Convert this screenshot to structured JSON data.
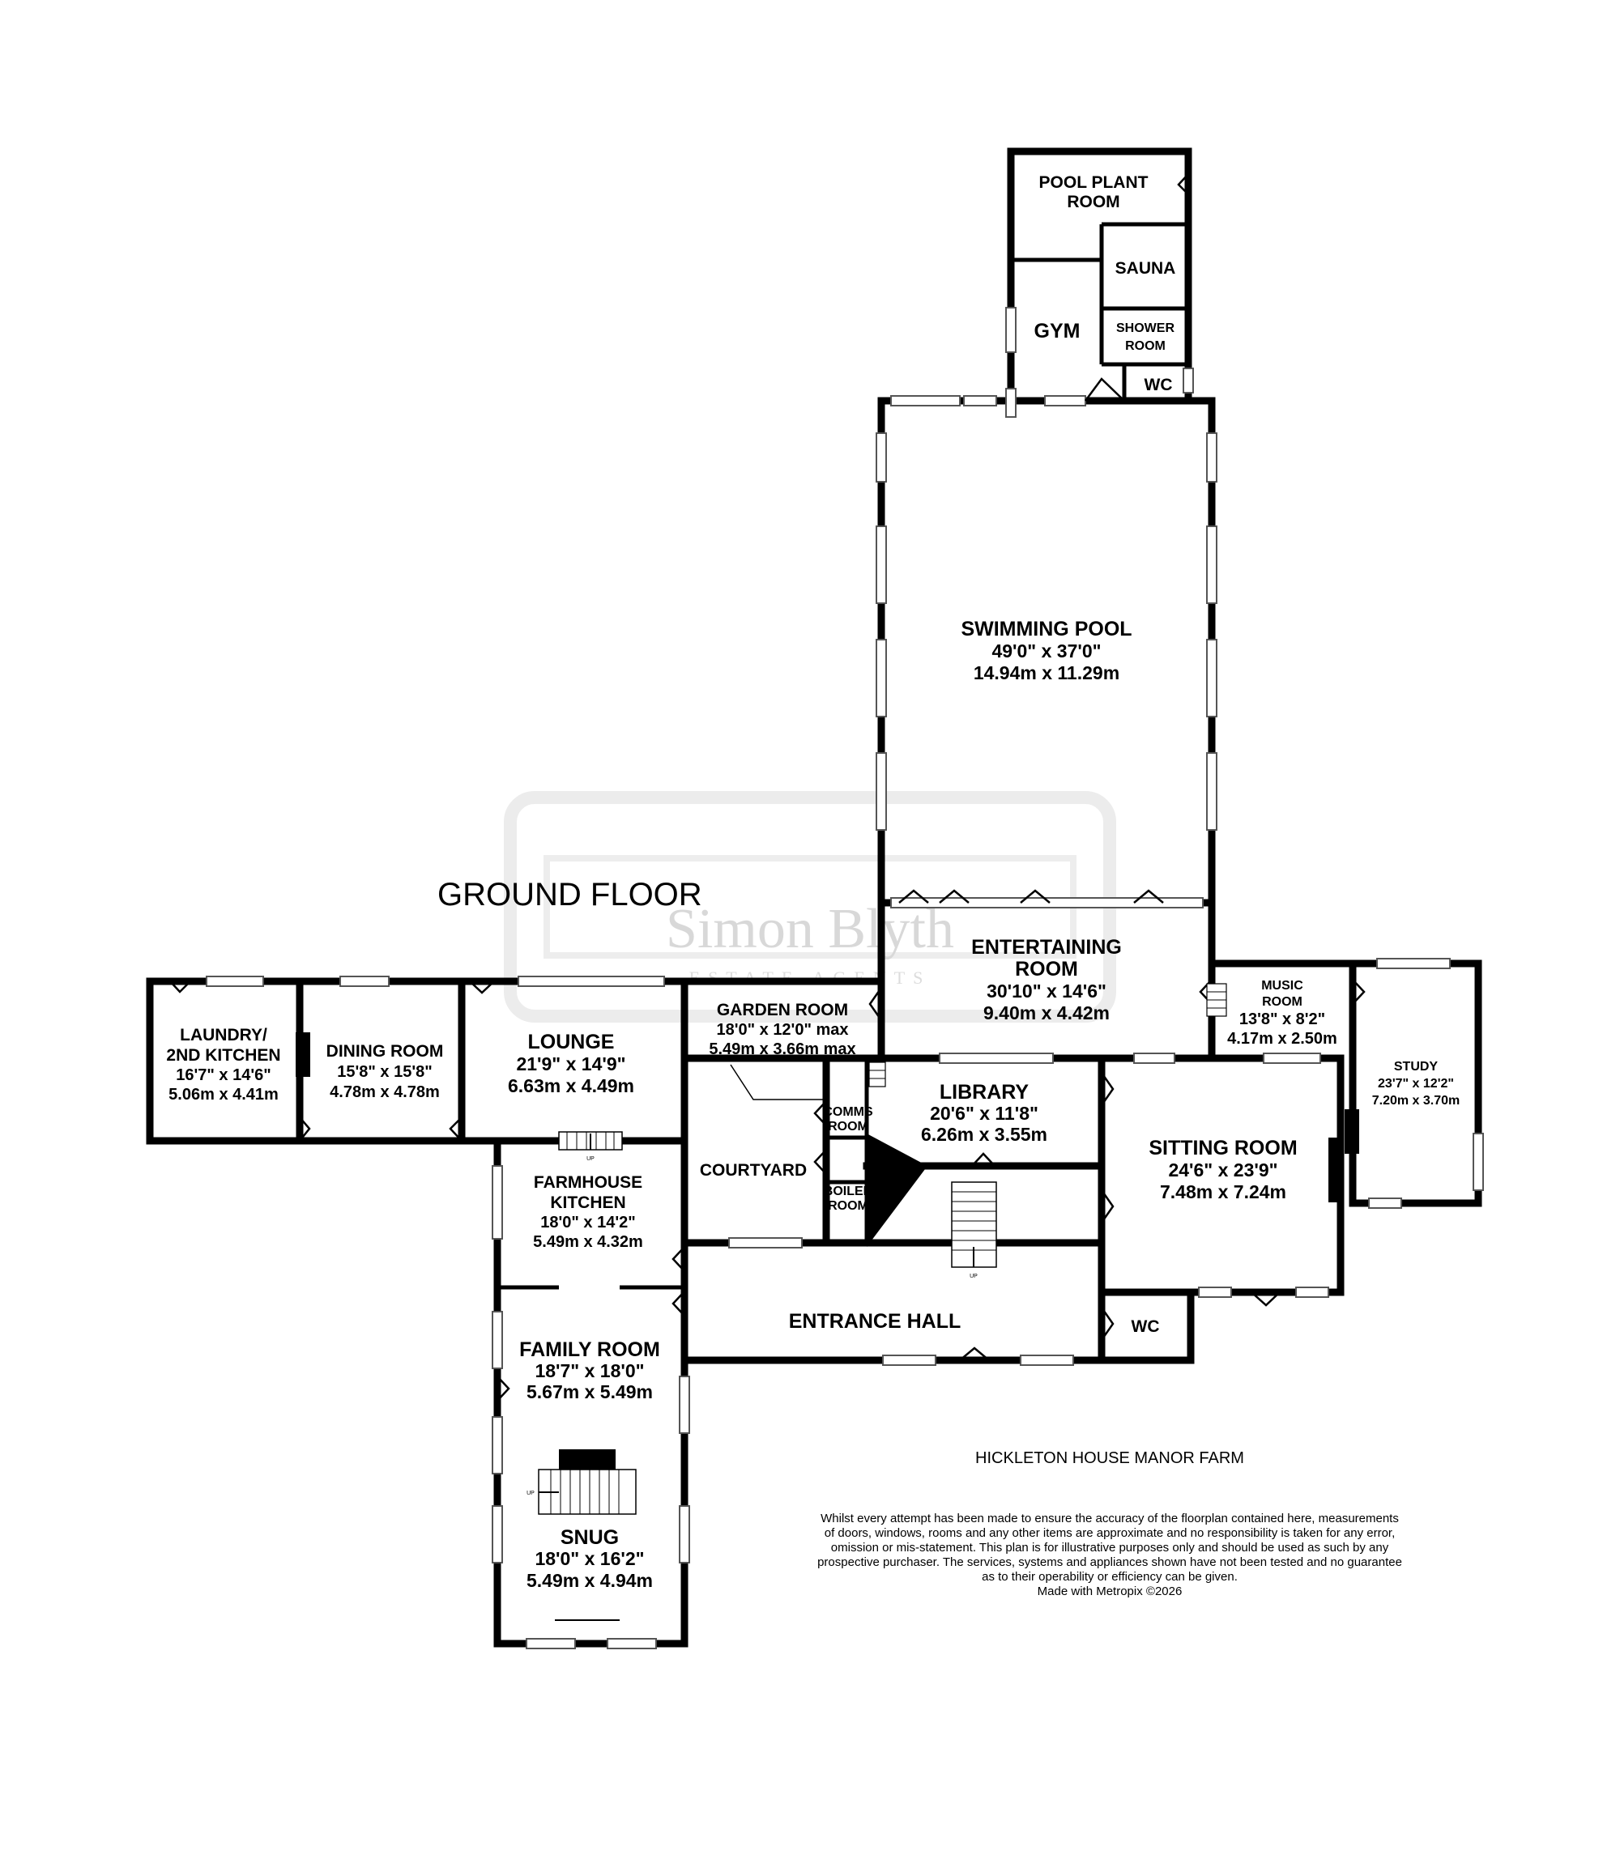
{
  "floor_title": "GROUND FLOOR",
  "property_title": "HICKLETON HOUSE MANOR FARM",
  "watermark": {
    "name": "Simon Blyth",
    "sub": "ESTATE AGENTS"
  },
  "disclaimer": [
    "Whilst every attempt has been made to ensure the accuracy of the floorplan contained here, measurements",
    "of doors, windows, rooms and any other items are approximate and no responsibility is taken for any error,",
    "omission or mis-statement. This plan is for illustrative purposes only and should be used as such by any",
    "prospective purchaser. The services, systems and appliances shown have not been tested and no guarantee",
    "as to their operability or efficiency can be given.",
    "Made with Metropix ©2026"
  ],
  "up_label": "UP",
  "rooms": {
    "pool_plant": {
      "line1": "POOL PLANT",
      "line2": "ROOM"
    },
    "sauna": {
      "name": "SAUNA"
    },
    "gym": {
      "name": "GYM"
    },
    "shower": {
      "line1": "SHOWER",
      "line2": "ROOM"
    },
    "wc_pool": {
      "name": "WC"
    },
    "swimming_pool": {
      "name": "SWIMMING POOL",
      "imperial": "49'0\"  x 37'0\"",
      "metric": "14.94m  x 11.29m"
    },
    "entertaining": {
      "line1": "ENTERTAINING",
      "line2": "ROOM",
      "imperial": "30'10\"  x 14'6\"",
      "metric": "9.40m  x 4.42m"
    },
    "music": {
      "line1": "MUSIC",
      "line2": "ROOM",
      "imperial": "13'8\"  x 8'2\"",
      "metric": "4.17m  x 2.50m"
    },
    "study": {
      "name": "STUDY",
      "imperial": "23'7\"  x 12'2\"",
      "metric": "7.20m  x 3.70m"
    },
    "laundry": {
      "line1": "LAUNDRY/",
      "line2": "2ND KITCHEN",
      "imperial": "16'7\"  x 14'6\"",
      "metric": "5.06m  x 4.41m"
    },
    "dining": {
      "name": "DINING ROOM",
      "imperial": "15'8\"  x 15'8\"",
      "metric": "4.78m  x 4.78m"
    },
    "lounge": {
      "name": "LOUNGE",
      "imperial": "21'9\"  x 14'9\"",
      "metric": "6.63m  x 4.49m"
    },
    "garden": {
      "name": "GARDEN ROOM",
      "imperial": "18'0\"  x 12'0\" max",
      "metric": "5.49m  x 3.66m max"
    },
    "library": {
      "name": "LIBRARY",
      "imperial": "20'6\"  x 11'8\"",
      "metric": "6.26m  x 3.55m"
    },
    "comms": {
      "line1": "COMMS",
      "line2": "ROOM"
    },
    "boiler": {
      "line1": "BOILER",
      "line2": "ROOM"
    },
    "courtyard": {
      "name": "COURTYARD"
    },
    "sitting": {
      "name": "SITTING ROOM",
      "imperial": "24'6\"  x 23'9\"",
      "metric": "7.48m  x 7.24m"
    },
    "farmhouse_kitchen": {
      "line1": "FARMHOUSE",
      "line2": "KITCHEN",
      "imperial": "18'0\"  x 14'2\"",
      "metric": "5.49m  x 4.32m"
    },
    "entrance_hall": {
      "name": "ENTRANCE HALL"
    },
    "wc_hall": {
      "name": "WC"
    },
    "family_room": {
      "name": "FAMILY ROOM",
      "imperial": "18'7\"  x 18'0\"",
      "metric": "5.67m  x 5.49m"
    },
    "snug": {
      "name": "SNUG",
      "imperial": "18'0\"  x 16'2\"",
      "metric": "5.49m  x 4.94m"
    }
  }
}
